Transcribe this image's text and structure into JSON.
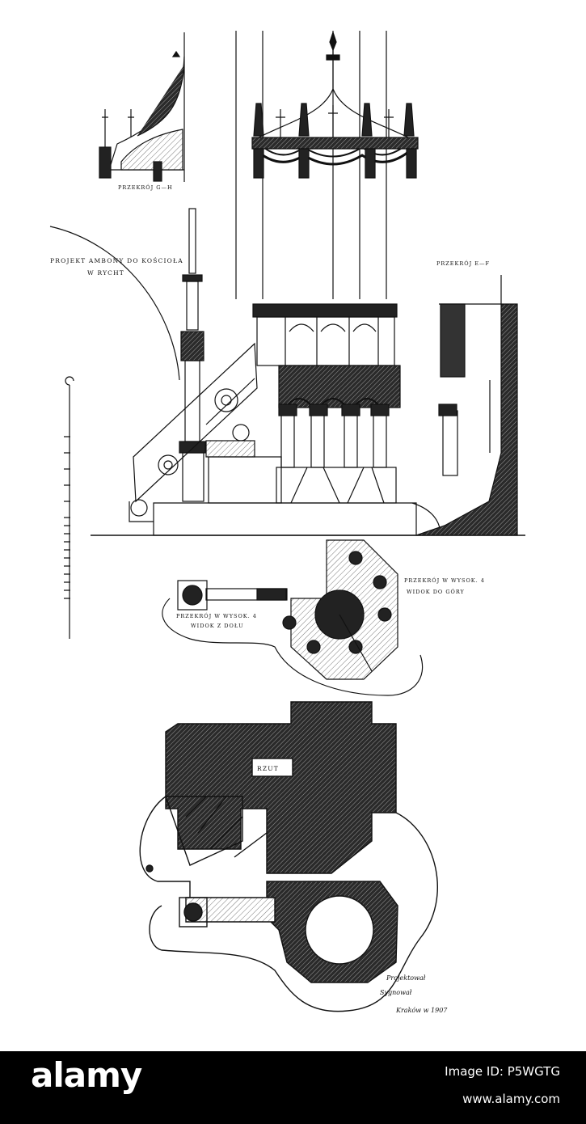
{
  "labels": {
    "top_section": "PRZEKRÓJ G—H",
    "title_line1": "PROJEKT AMBONY DO KOŚCIOŁA",
    "title_line2": "W RYCHT",
    "right_section": "PRZEKRÓJ E—F",
    "plan_top_right_1": "PRZEKRÓJ W WYSOK. 4",
    "plan_top_right_2": "WIDOK DO GÓRY",
    "plan_left_1": "PRZEKRÓJ W WYSOK. 4",
    "plan_left_2": "WIDOK Z DOŁU",
    "rzut": "RZUT",
    "sig_1": "Projektował",
    "sig_2": "Sygnował",
    "sig_3": "Kraków w 1907"
  },
  "watermark": {
    "brand": "alamy",
    "image_id": "Image ID: P5WGTG",
    "site": "www.alamy.com"
  },
  "colors": {
    "ink": "#111111",
    "paper": "#ffffff",
    "footer_bg": "#000000",
    "footer_text": "#ffffff"
  }
}
